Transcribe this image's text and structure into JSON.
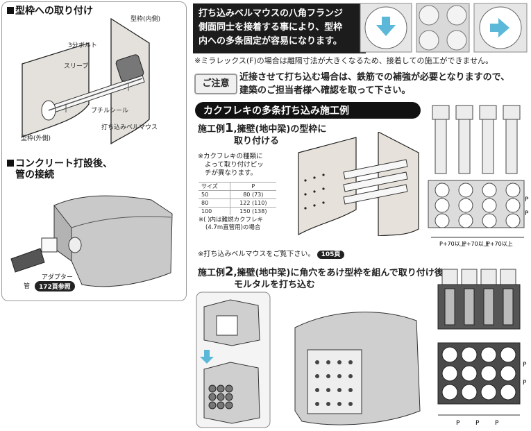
{
  "left_panel": {
    "heading1": "型枠への取り付け",
    "label_inner_form": "型枠(内側)",
    "label_bolt": "3分ボルト",
    "label_sleeve": "スリーブ",
    "label_butyl": "ブチルシール",
    "label_bellmouth": "打ち込みベルマウス",
    "label_outer_form": "型枠(外側)",
    "heading2_line1": "コンクリート打設後、",
    "heading2_line2": "管の接続",
    "label_adapter": "アダプター",
    "label_pipe": "管",
    "ref_badge": "172頁参照"
  },
  "top_right": {
    "dark_box_lines": [
      "打ち込みベルマウスの八角フランジ",
      "側面同士を接着する事により、型枠",
      "内への多条固定が容易になります。"
    ],
    "mira_note": "※ミラレックス(F)の場合は離隔寸法が大きくなるため、接着しての施工ができません。",
    "caution_label": "ご注意",
    "caution_lines": [
      "近接させて打ち込む場合は、鉄筋での補強が必要となりますので、",
      "建築のご担当者様へ確認を取って下さい。"
    ]
  },
  "section_title": "カクフレキの多条打ち込み施工例",
  "example1": {
    "prefix": "施工例",
    "number": "1",
    "title_line1": ",擁壁(地中梁)の型枠に",
    "title_line2": "取り付ける",
    "note_lines": [
      "※カクフレキの種類に",
      "よって取り付けピッ",
      "チが異なります。"
    ],
    "table_header": [
      "サイズ",
      "P"
    ],
    "table_rows": [
      [
        "50",
        "80 (73)"
      ],
      [
        "80",
        "122 (110)"
      ],
      [
        "100",
        "150 (138)"
      ]
    ],
    "table_note_lines": [
      "※( )内は難燃カクフレキ",
      "(4.7m直管用)の場合"
    ],
    "bellmouth_ref": "※打ち込みベルマウスをご覧下さい。",
    "bellmouth_page": "105頁",
    "dim_p": "P",
    "dim_gap": "P+70以上"
  },
  "example2": {
    "prefix": "施工例",
    "number": "2",
    "title_line1": ",擁壁(地中梁)に角穴をあけ型枠を組んで取り付け後、",
    "title_line2": "モルタルを打ち込む",
    "dim_p": "P"
  },
  "colors": {
    "dark_box": "#1c1c1c",
    "cyan_arrow": "#5bb8d8",
    "panel_border": "#9a9a9a"
  },
  "icons": [
    "down-arrow-icon",
    "right-arrow-icon",
    "square-bullet-icon"
  ]
}
